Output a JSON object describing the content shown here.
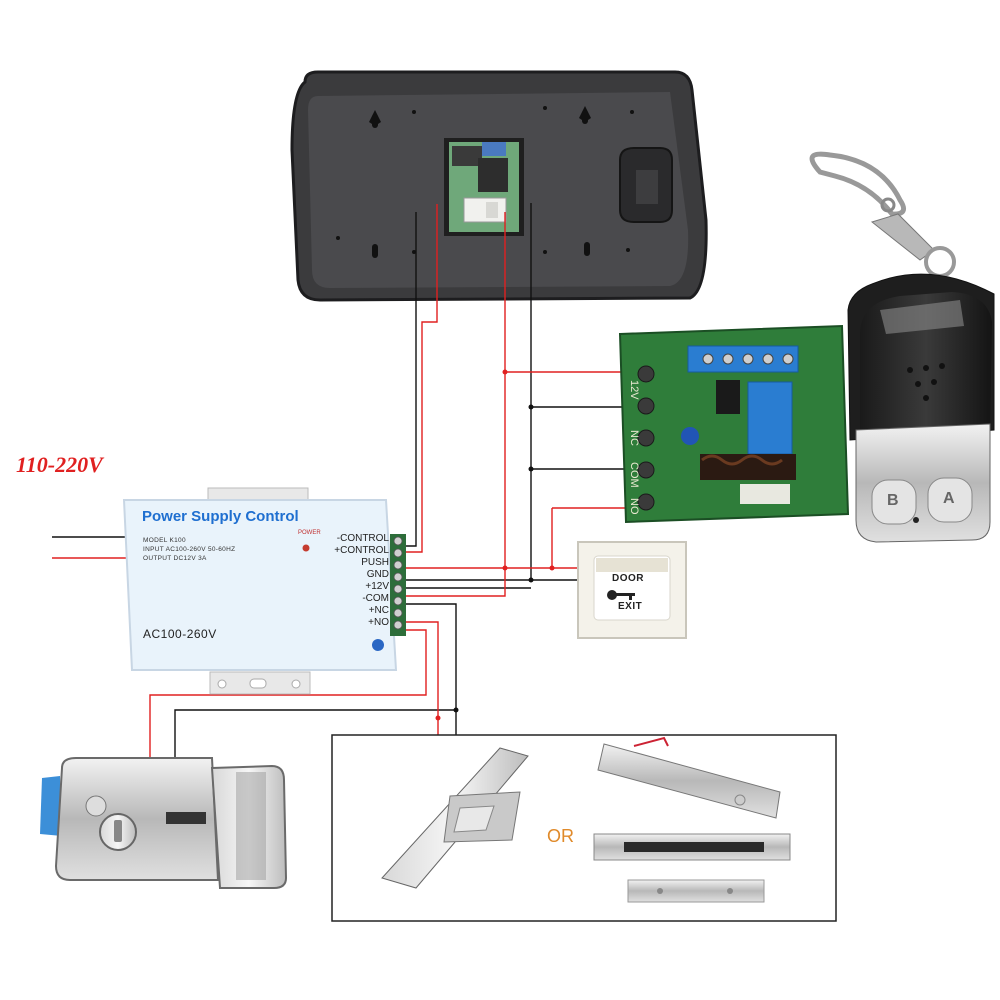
{
  "diagram": {
    "voltage_label": "110-220V",
    "power_supply": {
      "title": "Power Supply Control",
      "power_label": "POWER",
      "model": "MODEL K100",
      "input": "INPUT AC100-260V 50-60HZ",
      "output": "OUTPUT DC12V 3A",
      "ac_label": "AC100-260V",
      "terminals": [
        "-CONTROL",
        "+CONTROL",
        "PUSH",
        "GND",
        "+12V",
        "-COM",
        "+NC",
        "+NO"
      ]
    },
    "exit_button": {
      "line1": "DOOR",
      "line2": "EXIT"
    },
    "relay_board": {
      "terminal_labels": [
        "12V",
        "NC",
        "COM",
        "NO"
      ]
    },
    "remote": {
      "button_a": "A",
      "button_b": "B"
    },
    "lock_options": {
      "or_label": "OR"
    },
    "colors": {
      "wire_red": "#e02020",
      "wire_black": "#111111",
      "psu_title": "#1f6fd0",
      "or_label": "#e08a2a",
      "relay_board": "#2f7d3a"
    }
  }
}
